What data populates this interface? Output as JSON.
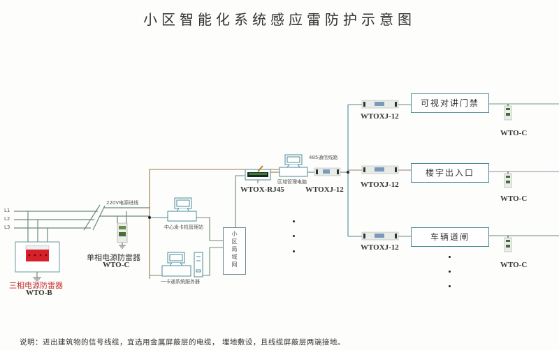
{
  "title": "小区智能化系统感应雷防护示意图",
  "power_lines": [
    "L1",
    "L2",
    "L3"
  ],
  "power_line_label": "220V电源进线",
  "three_phase_spd": {
    "name": "三相电源防雷器",
    "model": "WTO-B"
  },
  "single_phase_spd": {
    "name": "单相电源防雷器",
    "model": "WTO-C"
  },
  "card_station": "中心发卡机管理站",
  "card_server": "一卡通系统服务器",
  "lan_label": [
    "小",
    "区",
    "局",
    "域",
    "网"
  ],
  "rj45": {
    "model": "WTOX-RJ45"
  },
  "area_pc": "区域管理电脑",
  "rs485_label": "485通信线路",
  "main_signal_spd": {
    "model": "WTOXJ-12"
  },
  "branches": [
    {
      "name": "可视对讲门禁",
      "signal_spd": "WTOXJ-12",
      "power_spd": "WTO-C"
    },
    {
      "name": "楼宇出入口",
      "signal_spd": "WTOXJ-12",
      "power_spd": "WTO-C"
    },
    {
      "name": "车辆道闸",
      "signal_spd": "WTOXJ-12",
      "power_spd": "WTO-C"
    }
  ],
  "note": "说明：进出建筑物的信号线缆，宜选用金属屏蔽层的电缆， 埋地敷设，且线缆屏蔽层两端接地。",
  "colors": {
    "wire_green": "#5a9a7a",
    "wire_teal": "#4a8a9a",
    "wire_brown": "#9a7a4a",
    "spd_red": "#d8202a"
  }
}
